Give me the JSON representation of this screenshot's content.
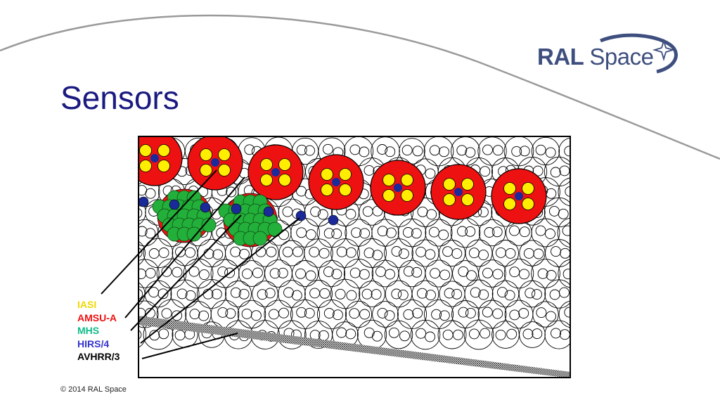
{
  "slide": {
    "title": "Sensors",
    "footer": "© 2014 RAL Space"
  },
  "logo": {
    "bold_part": "RAL",
    "light_part": "Space",
    "color": "#3e4f7f"
  },
  "legend": {
    "items": [
      {
        "label": "IASI",
        "color": "#f0d800"
      },
      {
        "label": "AMSU-A",
        "color": "#ee1111"
      },
      {
        "label": "MHS",
        "color": "#11bb88"
      },
      {
        "label": "HIRS/4",
        "color": "#3333cc"
      },
      {
        "label": "AVHRR/3",
        "color": "#000000"
      }
    ]
  },
  "colors": {
    "title": "#1a1a80",
    "amsu_fill": "#ee1111",
    "iasi_fill": "#ffee00",
    "hirs_fill": "#1a2a99",
    "mhs_fill": "#22b03a",
    "avhrr_stroke": "#000000"
  }
}
